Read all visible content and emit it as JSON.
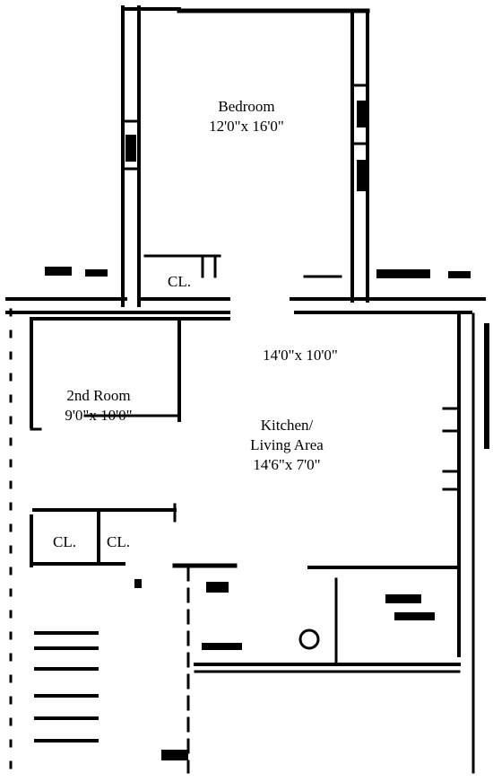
{
  "rooms": {
    "bedroom": {
      "name": "Bedroom",
      "dims": "12'0\"x 16'0\""
    },
    "closet_top": {
      "name": "CL."
    },
    "main_area": {
      "dims": "14'0\"x 10'0\""
    },
    "second_room": {
      "name": "2nd Room",
      "dims": "9'0\"x 10'0\""
    },
    "closet_left": {
      "name": "CL."
    },
    "closet_right": {
      "name": "CL."
    },
    "kitchen": {
      "line1": "Kitchen/",
      "line2": "Living Area",
      "dims": "14'6\"x 7'0\""
    }
  },
  "colors": {
    "ink": "#000000",
    "paper": "#ffffff"
  }
}
